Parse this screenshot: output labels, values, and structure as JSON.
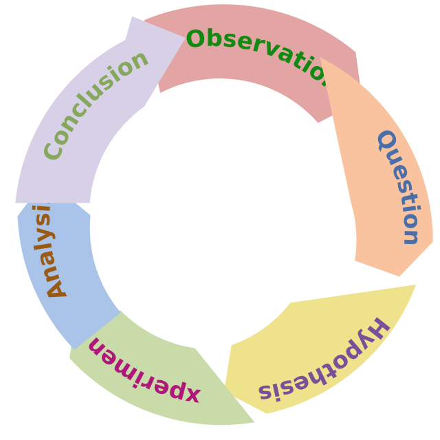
{
  "diagram": {
    "steps": [
      {
        "label": "Observation",
        "fill": "#e3a5a4",
        "text_color": "#118a11"
      },
      {
        "label": "Question",
        "fill": "#f9c3a0",
        "text_color": "#4a6fa8"
      },
      {
        "label": "Hypothesis",
        "fill": "#eee38c",
        "text_color": "#7a4f9a"
      },
      {
        "label": "Experiment",
        "fill": "#c8dba8",
        "text_color": "#b0177a"
      },
      {
        "label": "Analysis",
        "fill": "#a9c4e8",
        "text_color": "#9a5a14"
      },
      {
        "label": "Conclusion",
        "fill": "#d7d0e6",
        "text_color": "#86a85e"
      }
    ]
  }
}
